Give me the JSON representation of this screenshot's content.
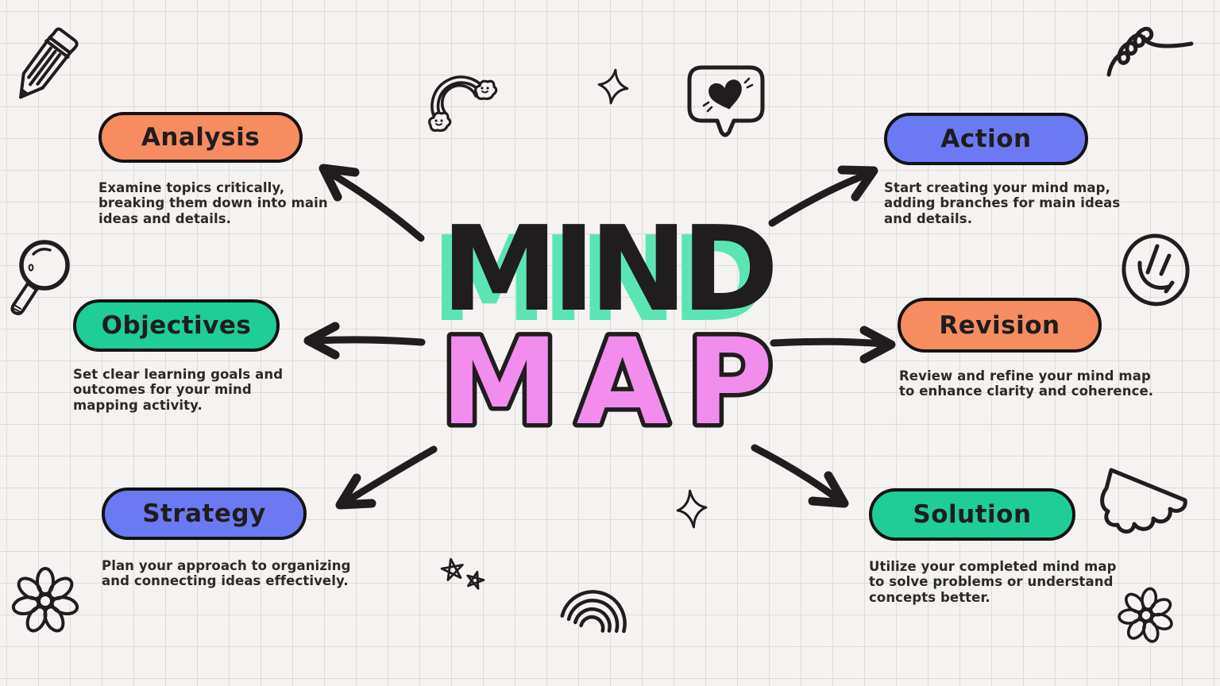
{
  "title": {
    "line1": "MIND",
    "line2": "MAP"
  },
  "colors": {
    "ink": "#1f1d1d",
    "mint_shadow": "#5CE5B4",
    "pink": "#F28DEE",
    "orange": "#F78C61",
    "blue": "#6B7AF3",
    "green": "#1FCD96",
    "background": "#f4f3f1",
    "grid_line": "#dcdbd7"
  },
  "nodes": [
    {
      "label": "Analysis",
      "description": "Examine topics critically, breaking them down into main ideas and details.",
      "color": "#F78C61",
      "position": "top-left"
    },
    {
      "label": "Action",
      "description": "Start creating your mind map, adding branches for main ideas and details.",
      "color": "#6B7AF3",
      "position": "top-right"
    },
    {
      "label": "Objectives",
      "description": "Set clear learning goals and outcomes for your mind mapping activity.",
      "color": "#1FCD96",
      "position": "middle-left"
    },
    {
      "label": "Revision",
      "description": "Review and refine your mind map to enhance clarity and coherence.",
      "color": "#F78C61",
      "position": "middle-right"
    },
    {
      "label": "Strategy",
      "description": "Plan your approach to organizing and connecting ideas effectively.",
      "color": "#6B7AF3",
      "position": "bottom-left"
    },
    {
      "label": "Solution",
      "description": "Utilize your completed mind map to solve problems or understand concepts better.",
      "color": "#1FCD96",
      "position": "bottom-right"
    }
  ],
  "doodles": [
    "pencil",
    "rainbow-with-smiling-clouds",
    "sparkle",
    "heart-speech-bubble",
    "loop-squiggle",
    "smiley-face",
    "magnifying-glass",
    "flower",
    "scribble-stars",
    "rainbow-arcs",
    "sparkle",
    "scalloped-wing",
    "flower"
  ]
}
